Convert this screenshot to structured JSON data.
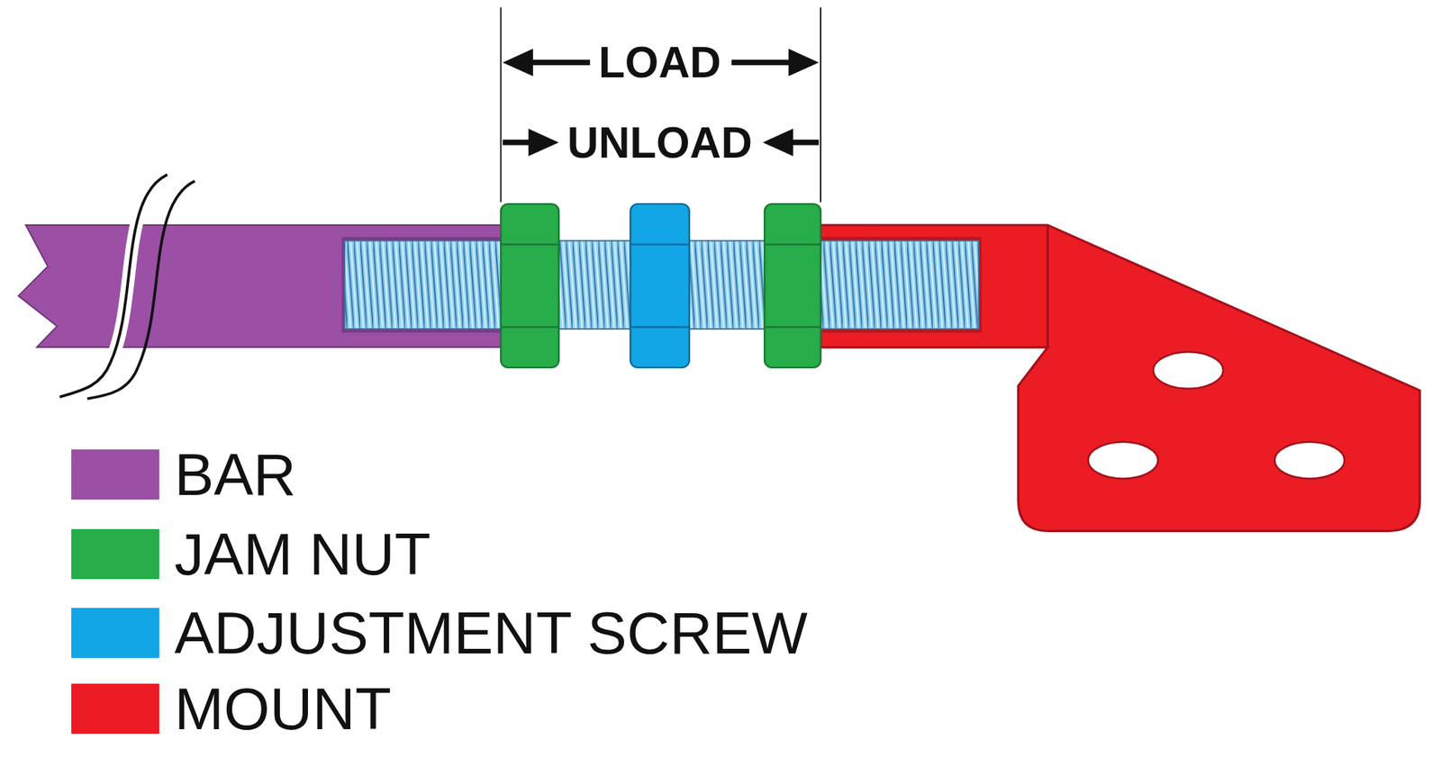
{
  "diagram": {
    "labels": [
      "LOAD",
      "UNLOAD"
    ],
    "legend": [
      {
        "text": "BAR",
        "color": "#9b4fa5"
      },
      {
        "text": "JAM NUT",
        "color": "#28ad4b"
      },
      {
        "text": "ADJUSTMENT SCREW",
        "color": "#12a6e6"
      },
      {
        "text": "MOUNT",
        "color": "#ec1c24"
      }
    ]
  }
}
